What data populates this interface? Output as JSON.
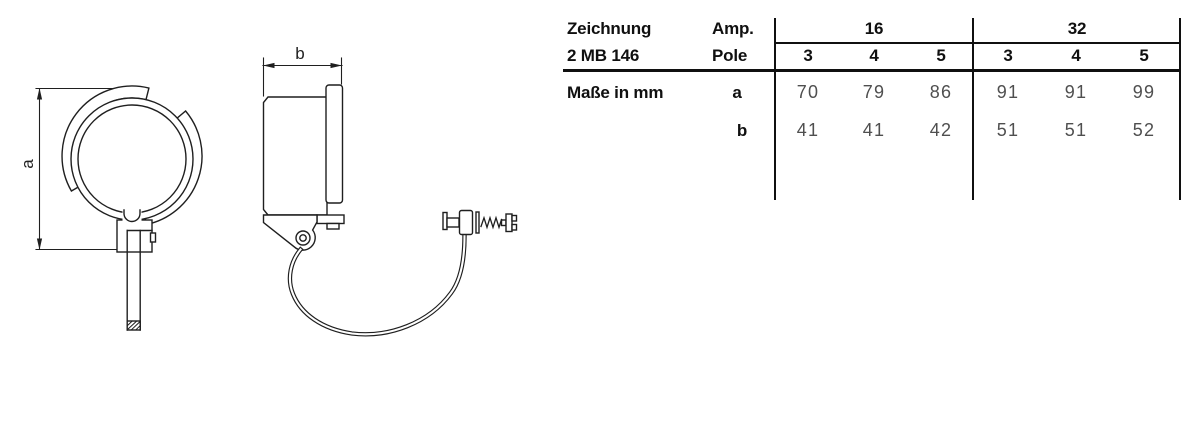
{
  "colors": {
    "line": "#1f1f1f",
    "text": "#101010",
    "value_text": "#4f4f4f",
    "background": "#ffffff"
  },
  "drawing": {
    "dim_a_label": "a",
    "dim_b_label": "b"
  },
  "table": {
    "title_line1": "Zeichnung",
    "title_line2": "2 MB 146",
    "unit_label": "Maße in mm",
    "amp_label": "Amp.",
    "pole_label": "Pole",
    "groups": [
      {
        "amp": "16",
        "poles": [
          "3",
          "4",
          "5"
        ]
      },
      {
        "amp": "32",
        "poles": [
          "3",
          "4",
          "5"
        ]
      }
    ],
    "rows": [
      {
        "label": "a",
        "values": [
          "70",
          "79",
          "86",
          "91",
          "91",
          "99"
        ]
      },
      {
        "label": "b",
        "values": [
          "41",
          "41",
          "42",
          "51",
          "51",
          "52"
        ]
      }
    ]
  }
}
